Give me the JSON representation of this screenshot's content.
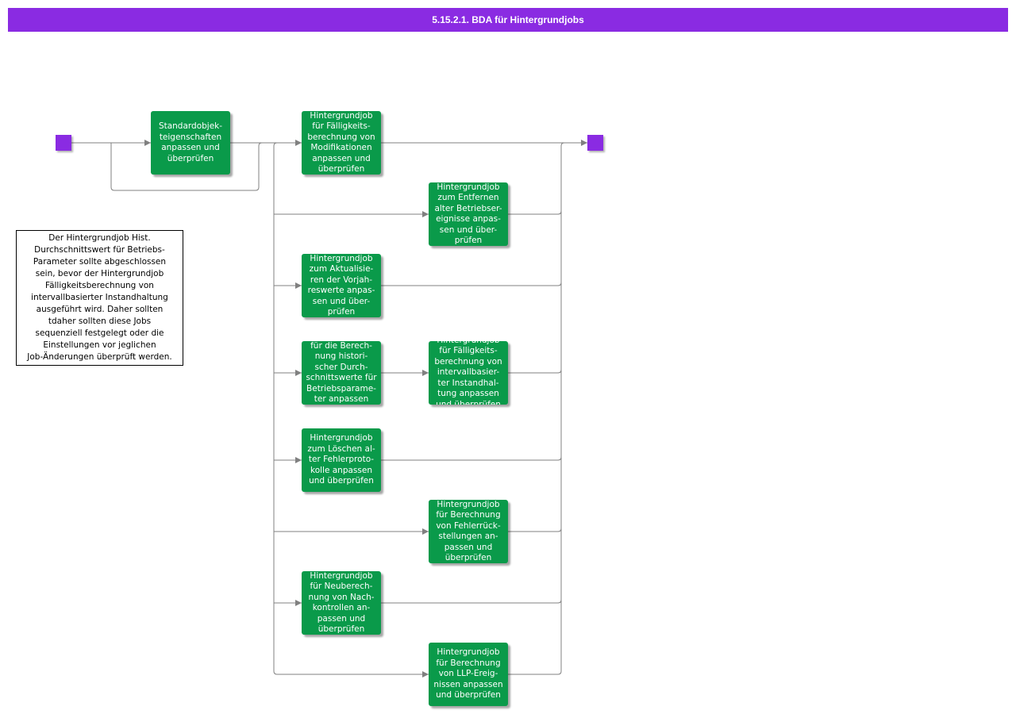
{
  "title": "5.15.2.1. BDA für Hintergrundjobs",
  "colors": {
    "title_bar": "#8a2be2",
    "terminal": "#8a2be2",
    "node_fill": "#0a9a4a",
    "node_text": "#ffffff",
    "edge": "#808080"
  },
  "nodes": {
    "standard": "Standardobjek-\nteigenschaften\nanpassen und\nüberprüfen",
    "faelligkeit_modifikationen": "Hintergrundjob\nfür Fälligkeits-\nberechnung von\nModifikationen\nanpassen und\nüberprüfen",
    "entfernen_betriebsereignisse": "Hintergrundjob\nzum Entfernen\nalter Betriebser-\neignisse anpas-\nsen und über-\nprüfen",
    "aktualisieren_vorjahreswerte": "Hintergrundjob\nzum Aktualisie-\nren der Vorjah-\nreswerte anpas-\nsen und über-\nprüfen",
    "historische_durchschnittswerte": "für die Berech-\nnung histori-\nscher Durch-\nschnittswerte für\nBetriebsparame-\nter anpassen",
    "faelligkeit_intervall": "Hintergrundjob\nfür Fälligkeits-\nberechnung von\nintervallbasier-\nter Instandhal-\ntung anpassen\nund überprüfen",
    "loeschen_fehlerprotokolle": "Hintergrundjob\nzum Löschen al-\nter Fehlerproto-\nkolle anpassen\nund überprüfen",
    "fehlerrueckstellungen": "Hintergrundjob\nfür Berechnung\nvon Fehlerrück-\nstellungen an-\npassen und\nüberprüfen",
    "nachkontrollen": "Hintergrundjob\nfür Neuberech-\nnung von Nach-\nkontrollen an-\npassen und\nüberprüfen",
    "llp_ereignisse": "Hintergrundjob\nfür Berechnung\nvon LLP-Ereig-\nnissen anpassen\nund überprüfen"
  },
  "note": "Der Hintergrundjob Hist.\nDurchschnittswert für Betriebs-\nParameter sollte abgeschlossen\nsein, bevor der Hintergrundjob\nFälligkeitsberechnung von\nintervallbasierter Instandhaltung\nausgeführt wird. Daher sollten\ntdaher sollten diese Jobs\nsequenziell festgelegt oder die\nEinstellungen vor jeglichen\nJob-Änderungen überprüft werden."
}
